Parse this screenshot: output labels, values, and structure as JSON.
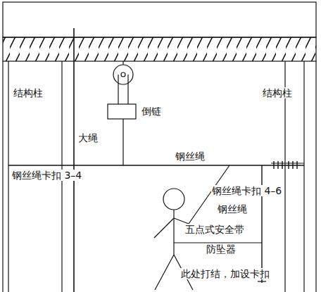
{
  "diagram": {
    "labels": [
      "结构柱",
      "结构柱",
      "倒链",
      "大绳",
      "钢丝绳",
      "钢丝绳卡扣 3–4",
      "钢丝绳卡扣 4–6",
      "钢丝绳",
      "五点式安全带",
      "防坠器",
      "此处打结，加设卡扣"
    ]
  }
}
